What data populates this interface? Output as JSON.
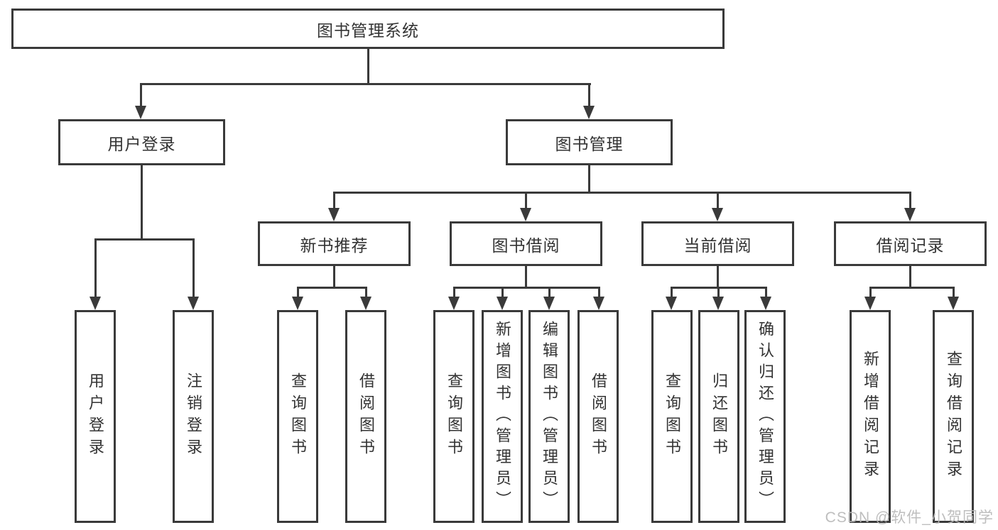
{
  "tree": {
    "root": {
      "label": "图书管理系统",
      "children": [
        {
          "label": "用户登录",
          "children": [
            {
              "label": "用户登录"
            },
            {
              "label": "注销登录"
            }
          ]
        },
        {
          "label": "图书管理",
          "children": [
            {
              "label": "新书推荐",
              "children": [
                {
                  "label": "查询图书"
                },
                {
                  "label": "借阅图书"
                }
              ]
            },
            {
              "label": "图书借阅",
              "children": [
                {
                  "label": "查询图书"
                },
                {
                  "label": "新增图书（管理员）"
                },
                {
                  "label": "编辑图书（管理员）"
                },
                {
                  "label": "借阅图书"
                }
              ]
            },
            {
              "label": "当前借阅",
              "children": [
                {
                  "label": "查询图书"
                },
                {
                  "label": "归还图书"
                },
                {
                  "label": "确认归还（管理员）"
                }
              ]
            },
            {
              "label": "借阅记录",
              "children": [
                {
                  "label": "新增借阅记录"
                },
                {
                  "label": "查询借阅记录"
                }
              ]
            }
          ]
        }
      ]
    }
  },
  "watermark": {
    "text": "CSDN @软件_小贺同学"
  },
  "colors": {
    "line": "#3a3a3a",
    "box_border": "#3a3a3a",
    "box_fill": "#ffffff",
    "text": "#333333",
    "watermark": "#b8b8b8",
    "background": "#ffffff"
  }
}
